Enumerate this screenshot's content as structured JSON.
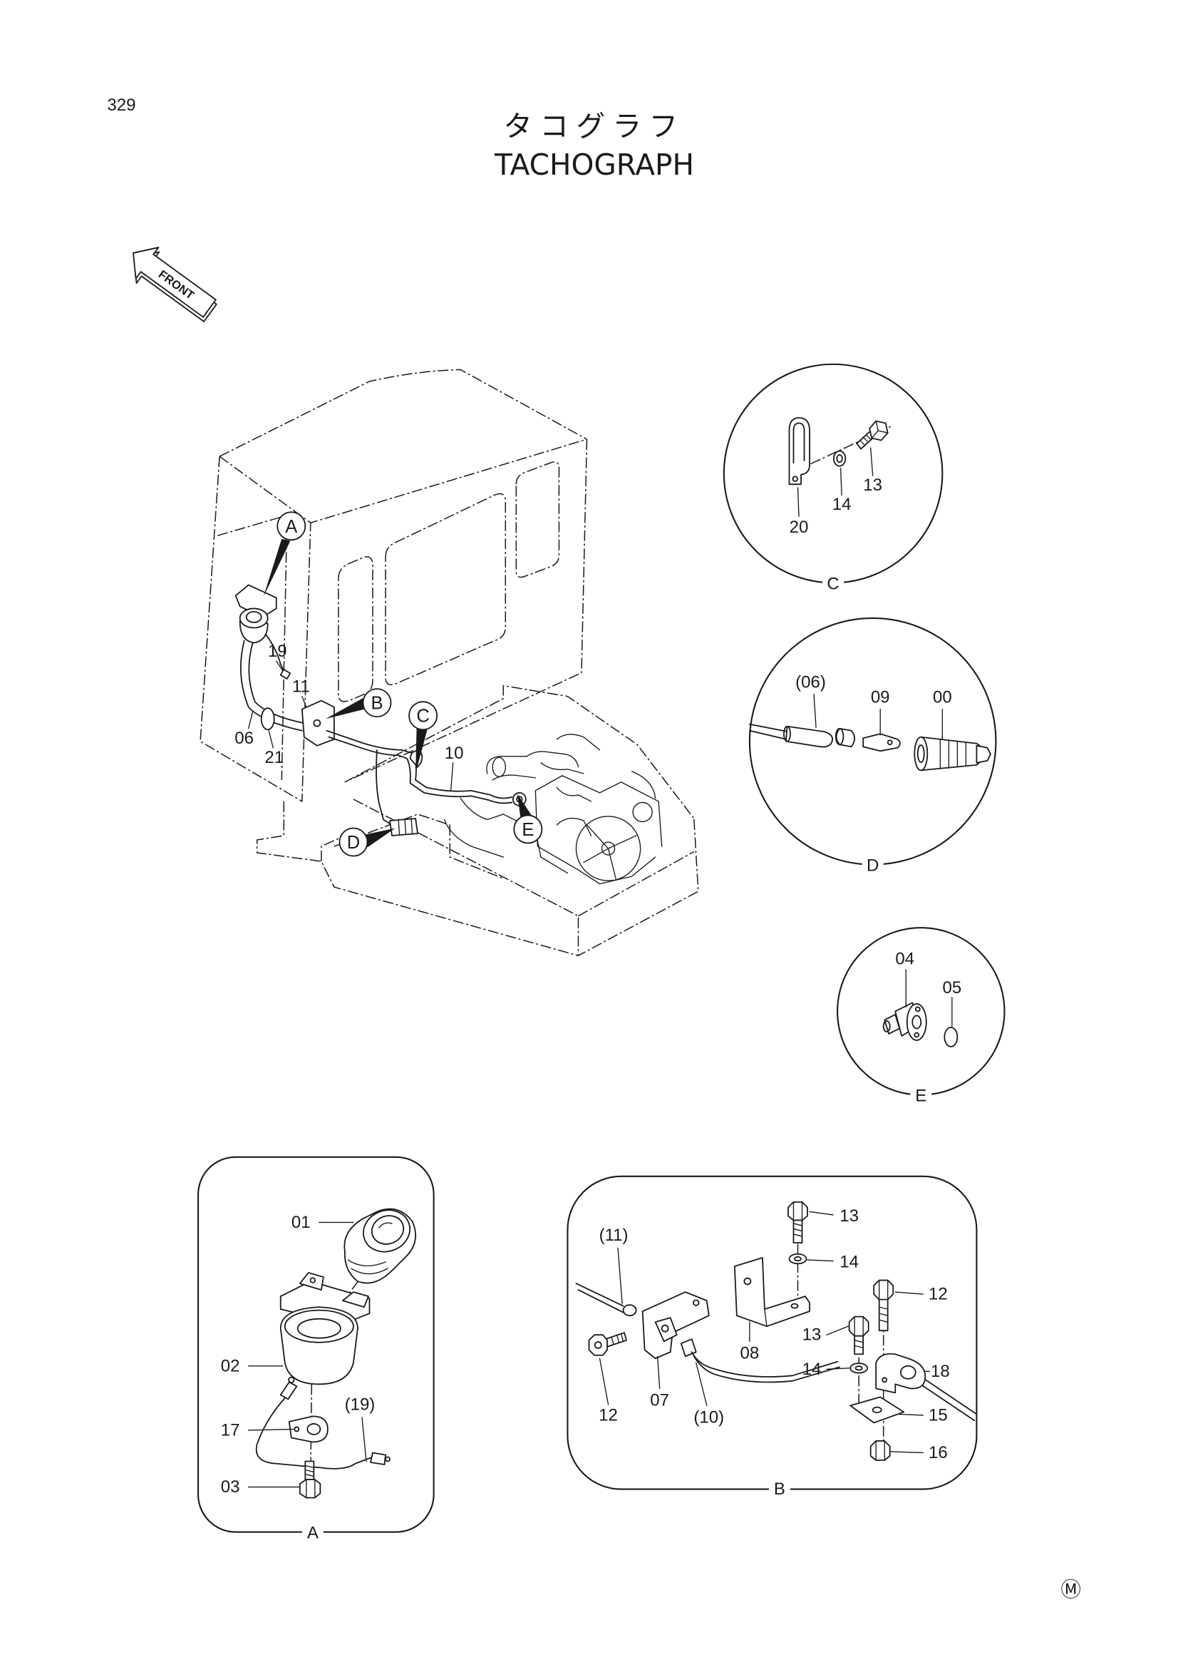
{
  "page_number": "329",
  "title_ja": "タコグラフ",
  "title_en": "TACHOGRAPH",
  "front_arrow": {
    "label": "FRONT"
  },
  "main_view": {
    "callouts": [
      "A",
      "B",
      "C",
      "D",
      "E"
    ],
    "part_numbers": [
      "19",
      "11",
      "06",
      "21",
      "10"
    ]
  },
  "details": {
    "c": {
      "label": "C",
      "part_numbers": [
        "20",
        "14",
        "13"
      ]
    },
    "d": {
      "label": "D",
      "part_numbers": [
        "(06)",
        "09",
        "00"
      ]
    },
    "e": {
      "label": "E",
      "part_numbers": [
        "04",
        "05"
      ]
    },
    "a": {
      "label": "A",
      "part_numbers": [
        "01",
        "02",
        "17",
        "(19)",
        "03"
      ]
    },
    "b": {
      "label": "B",
      "part_numbers": [
        "(11)",
        "13",
        "14",
        "08",
        "12",
        "07",
        "(10)",
        "12",
        "13",
        "14",
        "18",
        "15",
        "16"
      ]
    }
  },
  "mark": "Ⓜ"
}
